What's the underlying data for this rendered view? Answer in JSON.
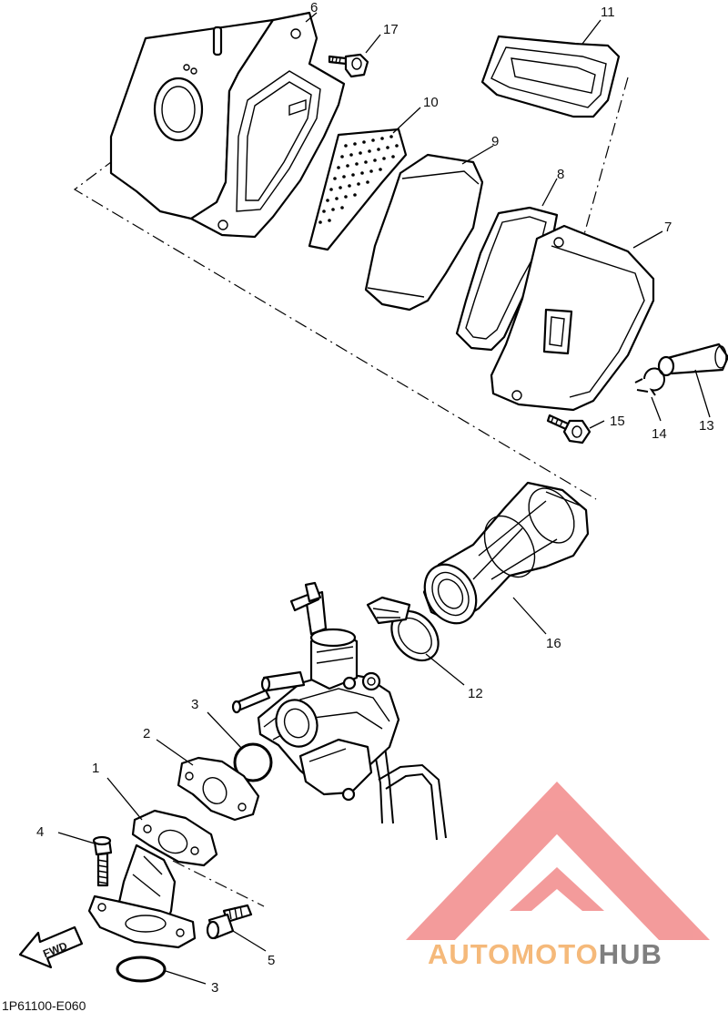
{
  "diagram": {
    "code": "1P61100-E060",
    "fwd_label": "FWD",
    "callouts": [
      {
        "id": "c1",
        "label": "1"
      },
      {
        "id": "c2",
        "label": "2"
      },
      {
        "id": "c3a",
        "label": "3"
      },
      {
        "id": "c3b",
        "label": "3"
      },
      {
        "id": "c4",
        "label": "4"
      },
      {
        "id": "c5",
        "label": "5"
      },
      {
        "id": "c6",
        "label": "6"
      },
      {
        "id": "c7",
        "label": "7"
      },
      {
        "id": "c8",
        "label": "8"
      },
      {
        "id": "c9",
        "label": "9"
      },
      {
        "id": "c10",
        "label": "10"
      },
      {
        "id": "c11",
        "label": "11"
      },
      {
        "id": "c12",
        "label": "12"
      },
      {
        "id": "c13",
        "label": "13"
      },
      {
        "id": "c14",
        "label": "14"
      },
      {
        "id": "c15",
        "label": "15"
      },
      {
        "id": "c16",
        "label": "16"
      },
      {
        "id": "c17",
        "label": "17"
      }
    ]
  },
  "watermark": {
    "part1": "AUTOMOTO",
    "part2": "HUB",
    "color_part1": "#f5b97a",
    "color_part2": "#7f7f7f",
    "logo_color": "#f28a8a"
  }
}
